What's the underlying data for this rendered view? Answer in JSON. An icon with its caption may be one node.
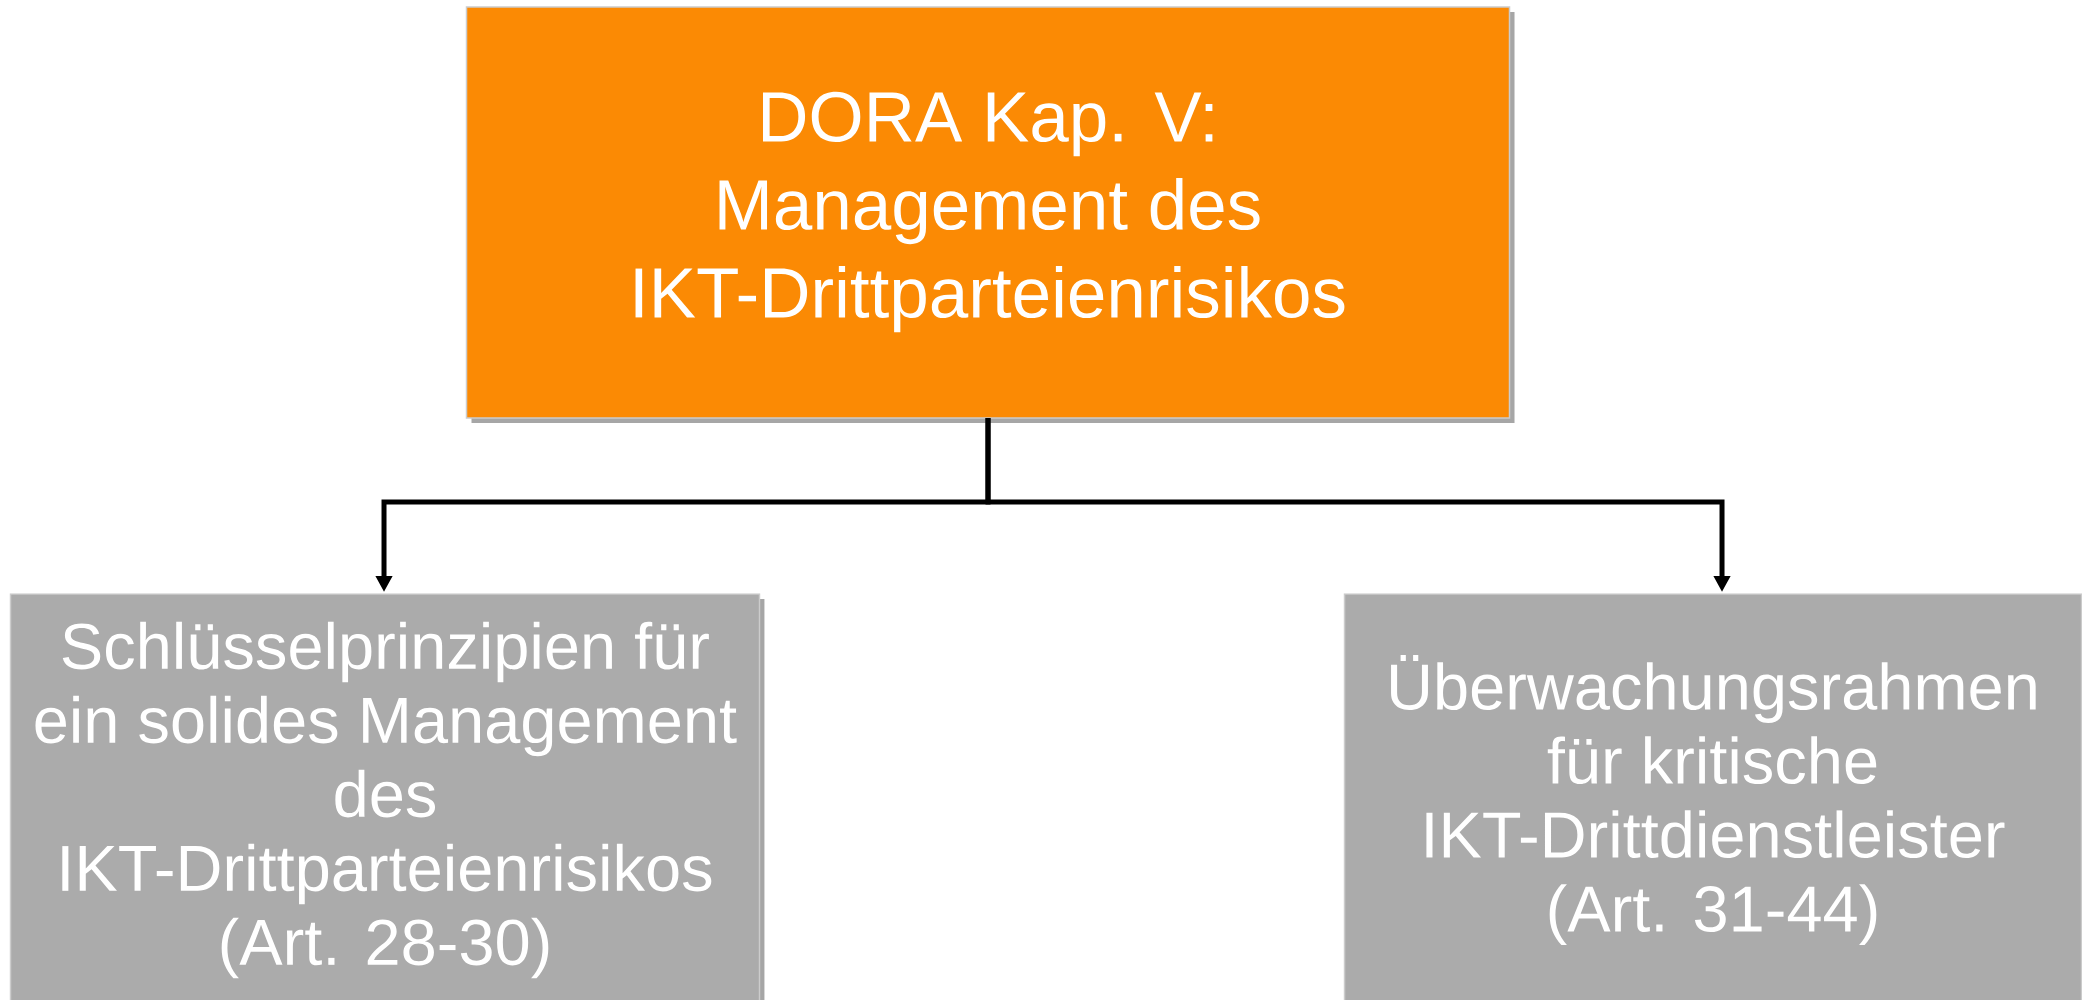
{
  "diagram": {
    "nodes": [
      {
        "text": [
          "DORA Kap. V: Management des IKT-Drittparteienrisikos"
        ]
      },
      {
        "text": [
          "Schlüsselprinzipien für ein solides Management des IKT-Drittparteienrisikos",
          "(Art. 28-30)"
        ]
      },
      {
        "text": [
          "Überwachungsrahmen für kritische IKT-Drittdienstleister",
          "(Art. 31-44)"
        ]
      }
    ],
    "edges": [
      {
        "from": 0,
        "to": 1,
        "arrow": "to"
      },
      {
        "from": 0,
        "to": 2,
        "arrow": "to"
      }
    ]
  }
}
